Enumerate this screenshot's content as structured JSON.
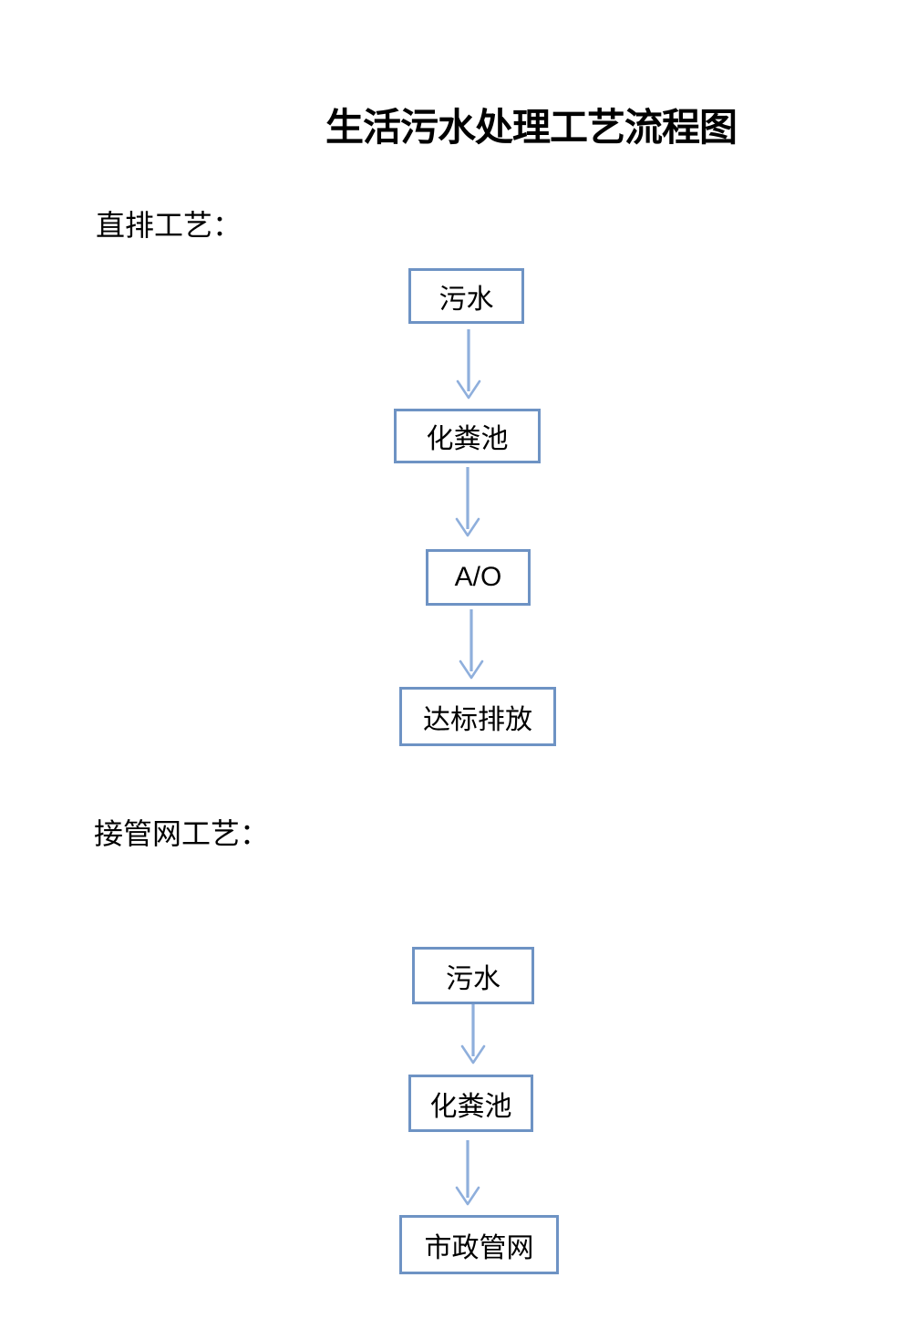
{
  "page": {
    "title": "生活污水处理工艺流程图"
  },
  "colors": {
    "box_border": "#6E93C4",
    "arrow_color": "#8FAFDC",
    "text_color": "#000000"
  },
  "flowcharts": [
    {
      "heading": "直排工艺：",
      "nodes": [
        "污水",
        "化粪池",
        "A/O",
        "达标排放"
      ]
    },
    {
      "heading": "接管网工艺：",
      "nodes": [
        "污水",
        "化粪池",
        "市政管网"
      ]
    }
  ]
}
